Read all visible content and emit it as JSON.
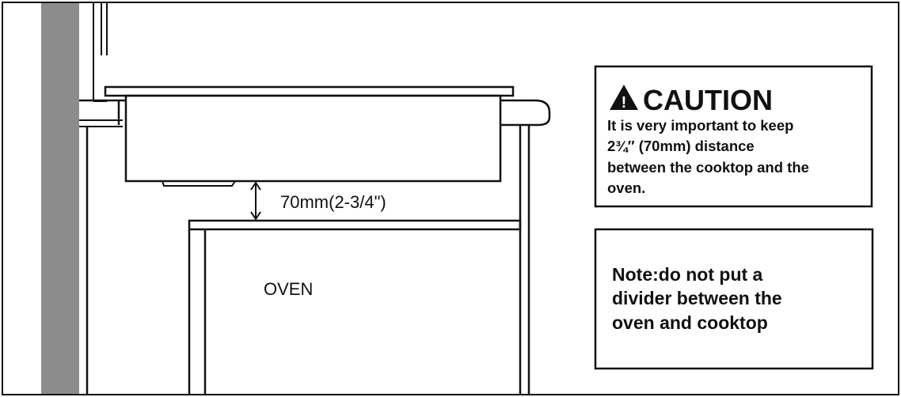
{
  "diagram": {
    "dimension_label": "70mm(2-3/4\")",
    "oven_label": "OVEN",
    "caution": {
      "title": "CAUTION",
      "icon": "warning-triangle-icon",
      "lines": [
        "It is very important to keep",
        "2¾″ (70mm)  distance",
        "between the cooktop and the",
        "oven."
      ]
    },
    "note": {
      "lines": [
        "Note:do not put a",
        "divider between the",
        "oven and cooktop"
      ]
    },
    "colors": {
      "line": "#111111",
      "wall": "#8c8c8c",
      "background": "#ffffff"
    }
  }
}
